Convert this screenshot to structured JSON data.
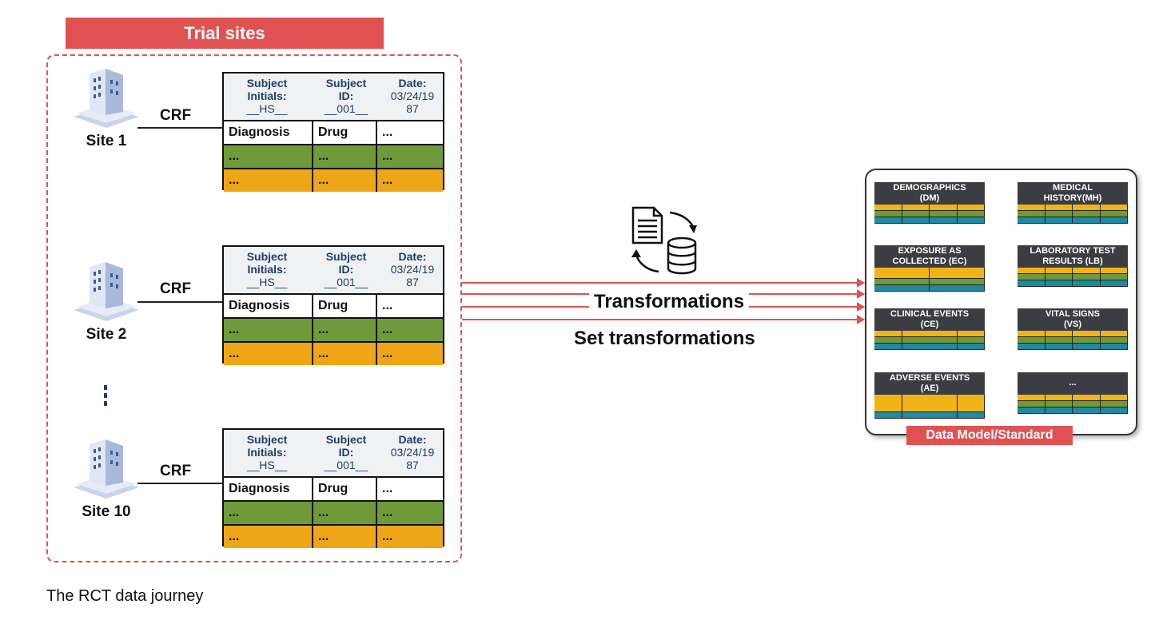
{
  "banner": "Trial sites",
  "sites": [
    {
      "label": "Site 1",
      "crf": "CRF"
    },
    {
      "label": "Site 2",
      "crf": "CRF"
    },
    {
      "label": "Site 10",
      "crf": "CRF"
    }
  ],
  "crf_form": {
    "headers": [
      {
        "l1": "Subject",
        "l2": "Initials:",
        "l3": "__HS__"
      },
      {
        "l1": "Subject",
        "l2": "ID:",
        "l3": "__001__"
      },
      {
        "l1": "Date:",
        "l2": "03/24/19",
        "l3": "87"
      }
    ],
    "columns": [
      "Diagnosis",
      "Drug",
      "..."
    ],
    "filler": "..."
  },
  "transformations": "Transformations",
  "set_transformations": "Set transformations",
  "domains": [
    {
      "label": "DEMOGRAPHICS (DM)",
      "l1": "DEMOGRAPHICS",
      "l2": "(DM)"
    },
    {
      "label": "MEDICAL HISTORY(MH)",
      "l1": "MEDICAL",
      "l2": "HISTORY(MH)"
    },
    {
      "label": "EXPOSURE AS COLLECTED (EC)",
      "l1": "EXPOSURE AS",
      "l2": "COLLECTED (EC)"
    },
    {
      "label": "LABORATORY TEST RESULTS (LB)",
      "l1": "LABORATORY TEST",
      "l2": "RESULTS (LB)"
    },
    {
      "label": "CLINICAL EVENTS (CE)",
      "l1": "CLINICAL EVENTS",
      "l2": "(CE)"
    },
    {
      "label": "VITAL SIGNS (VS)",
      "l1": "VITAL SIGNS",
      "l2": "(VS)"
    },
    {
      "label": "ADVERSE EVENTS (AE)",
      "l1": "ADVERSE EVENTS",
      "l2": "(AE)"
    },
    {
      "label": "...",
      "l1": "...",
      "l2": ""
    }
  ],
  "model_label": "Data Model/Standard",
  "caption": "The RCT data journey",
  "colors": {
    "accent": "#e05252",
    "green": "#6f9a3a",
    "orange": "#efa616",
    "teal": "#1e8aa3",
    "navy": "#1e3d6b"
  }
}
